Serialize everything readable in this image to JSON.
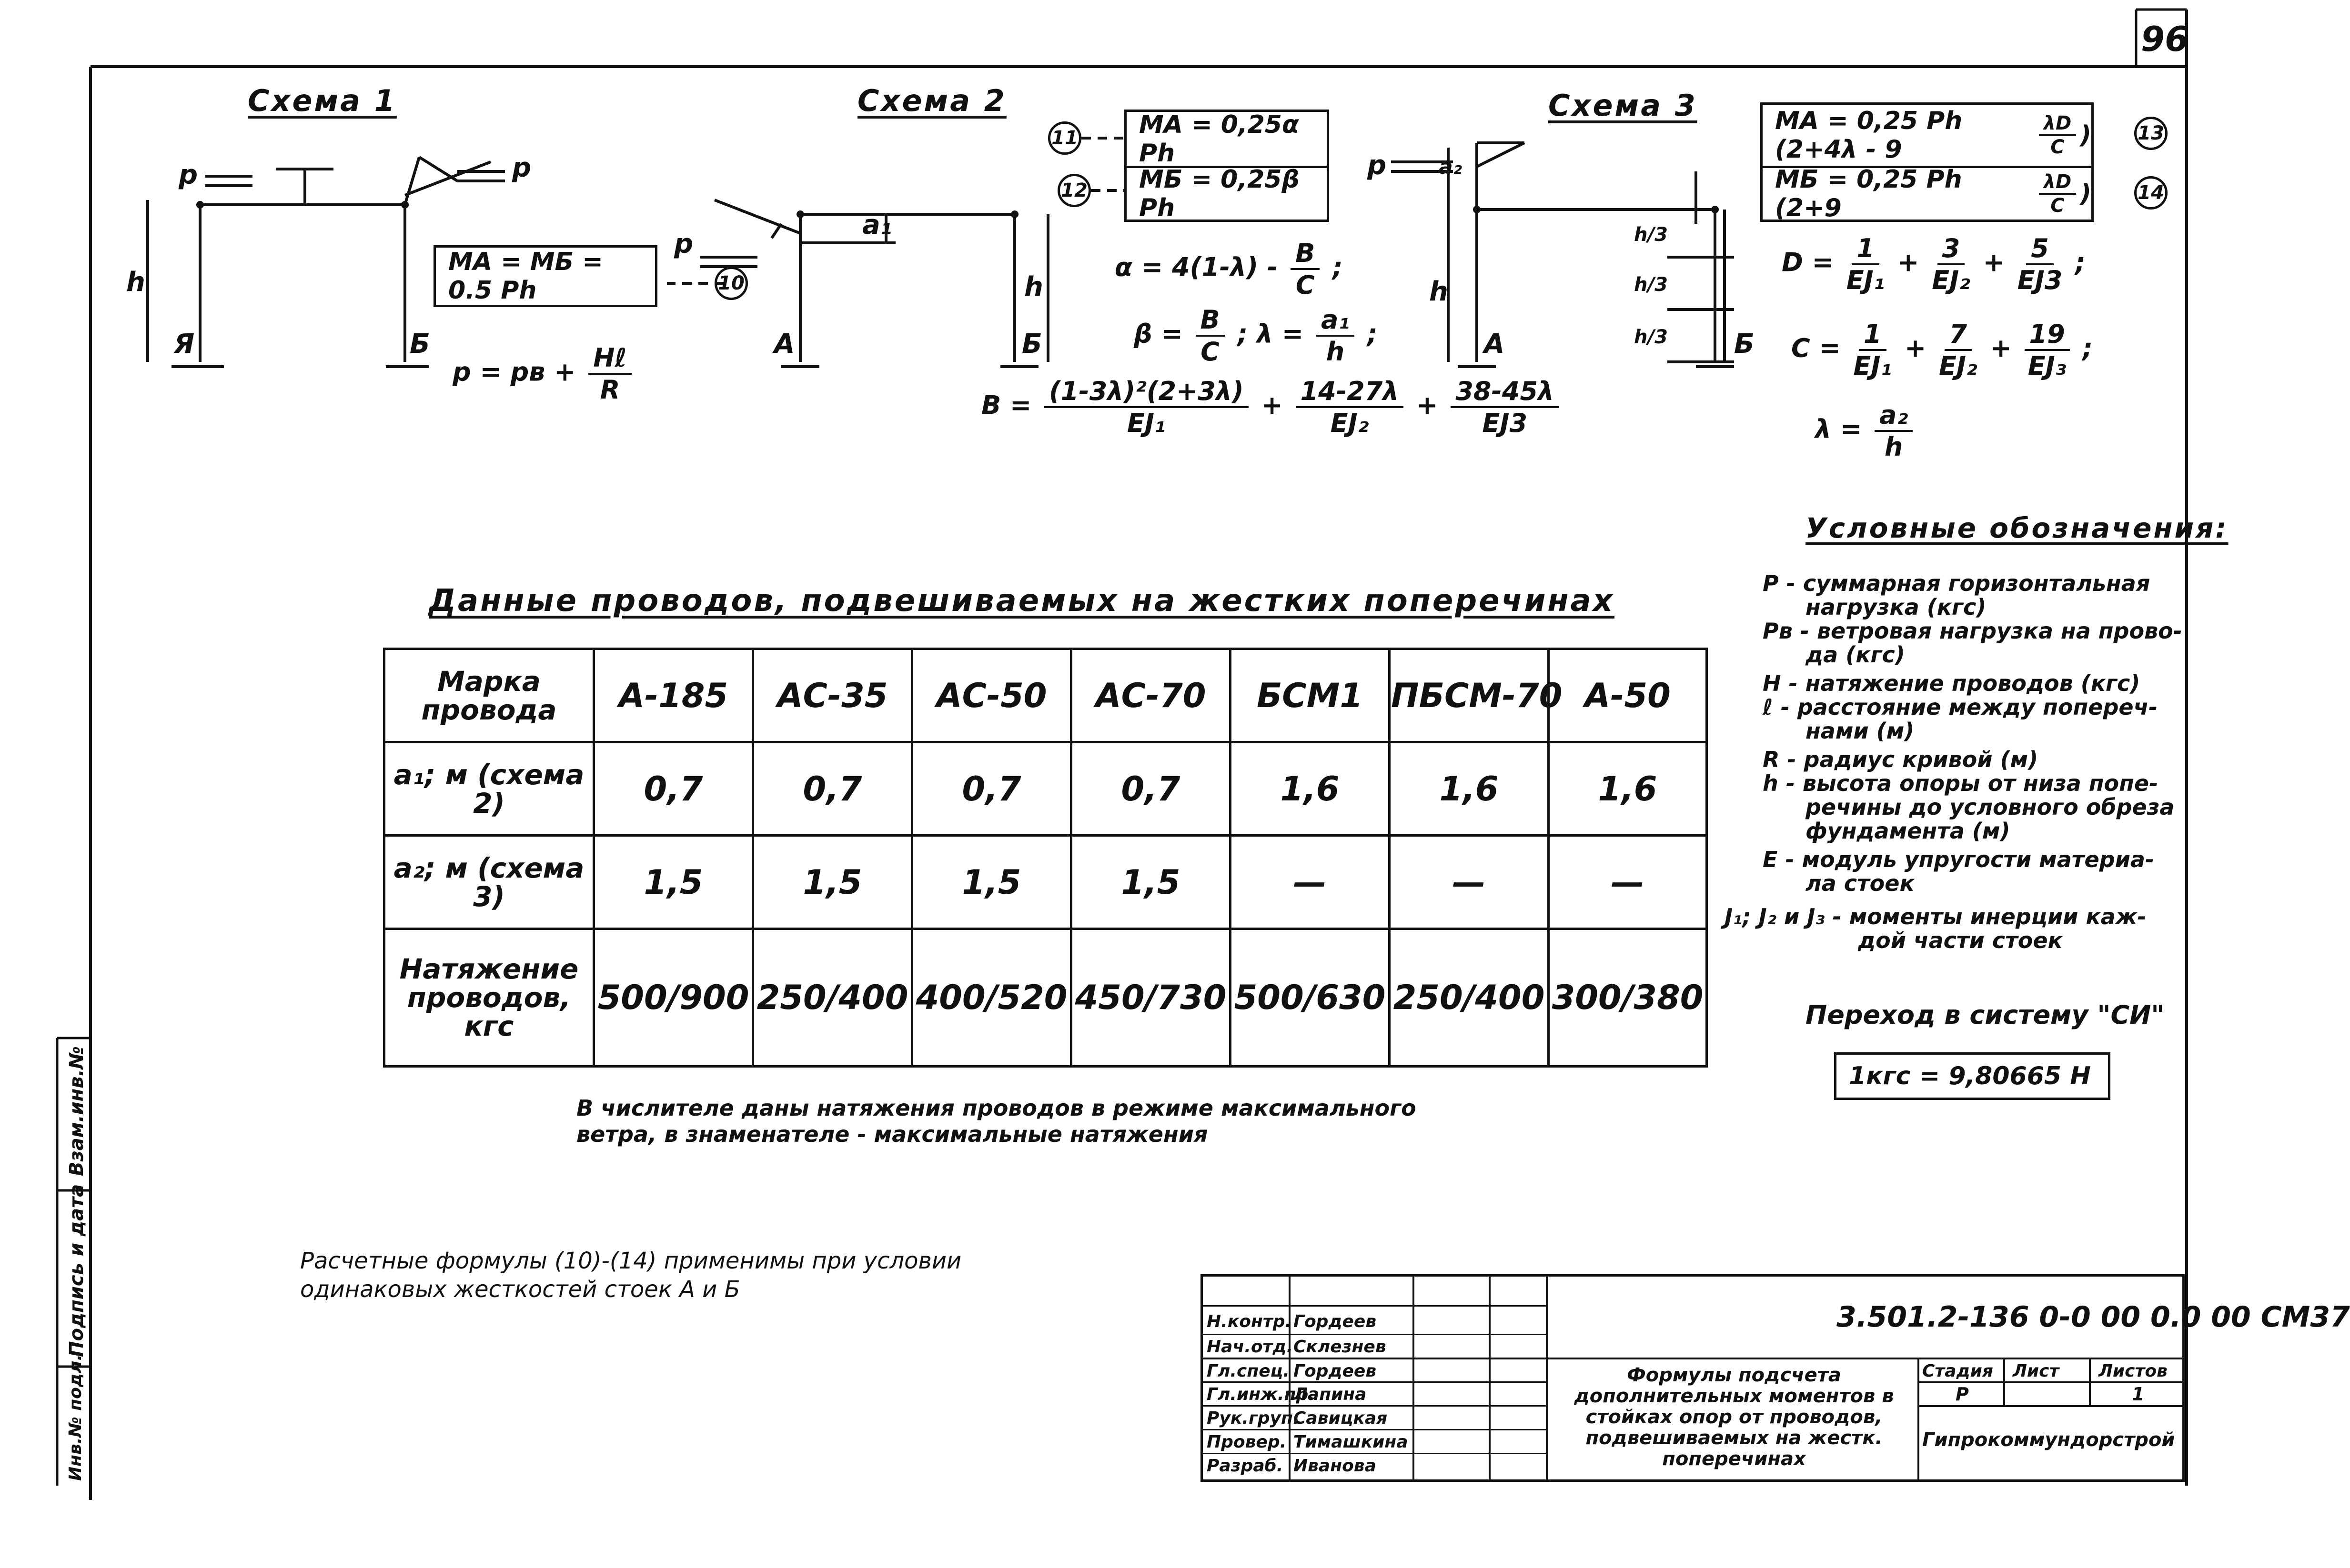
{
  "sheet_number": "96",
  "schemes": {
    "scheme1": {
      "title": "Схема 1",
      "load_label": "p",
      "height_label": "h",
      "left_support": "Я",
      "right_support": "Б"
    },
    "scheme2": {
      "title": "Схема 2",
      "load_label": "p",
      "height_label": "h",
      "a1_label": "a₁",
      "left_support": "А",
      "right_support": "Б"
    },
    "scheme3": {
      "title": "Схема 3",
      "load_label": "p",
      "height_label": "h",
      "a2_label": "a₂",
      "left_support": "А",
      "right_support": "Б",
      "segment_labels": [
        "h/3",
        "h/3",
        "h/3"
      ]
    }
  },
  "formulas": {
    "f10": {
      "text": "MА = MБ = 0.5 Ph",
      "marker": "10"
    },
    "p_eq": {
      "lhs": "p = pв +",
      "num": "Hℓ",
      "den": "R"
    },
    "f11": {
      "text": "MА = 0,25α Ph",
      "marker": "11"
    },
    "f12": {
      "text": "MБ = 0,25β Ph",
      "marker": "12"
    },
    "alpha": {
      "lhs": "α = 4(1-λ) -",
      "num": "B",
      "den": "C",
      "tail": ";"
    },
    "beta": {
      "lhs": "β =",
      "num": "B",
      "den": "C",
      "mid": "; λ =",
      "num2": "a₁",
      "den2": "h",
      "tail": ";"
    },
    "B_eq": {
      "lhs": "B =",
      "t1_num": "(1-3λ)²(2+3λ)",
      "t1_den": "EJ₁",
      "t2_num": "14-27λ",
      "t2_den": "EJ₂",
      "t3_num": "38-45λ",
      "t3_den": "EJ3"
    },
    "f13": {
      "lhs": "MА = 0,25 Ph (2+4λ - 9",
      "num": "λD",
      "den": "C",
      "tail": ")",
      "marker": "13"
    },
    "f14": {
      "lhs": "MБ = 0,25 Ph (2+9",
      "num": "λD",
      "den": "C",
      "tail": ")",
      "marker": "14"
    },
    "D_eq": {
      "lhs": "D =",
      "t1_num": "1",
      "t1_den": "EJ₁",
      "t2_num": "3",
      "t2_den": "EJ₂",
      "t3_num": "5",
      "t3_den": "EJ3",
      "tail": ";"
    },
    "C_eq": {
      "lhs": "C =",
      "t1_num": "1",
      "t1_den": "EJ₁",
      "t2_num": "7",
      "t2_den": "EJ₂",
      "t3_num": "19",
      "t3_den": "EJ₃",
      "tail": ";"
    },
    "lambda": {
      "lhs": "λ =",
      "num": "a₂",
      "den": "h"
    }
  },
  "table": {
    "title": "Данные проводов, подвешиваемых на жестких поперечинах",
    "headers": [
      "Марка провода",
      "А-185",
      "АС-35",
      "АС-50",
      "АС-70",
      "БСМ1",
      "ПБСМ-70",
      "А-50"
    ],
    "rows": [
      {
        "label": "a₁; м (схема 2)",
        "values": [
          "0,7",
          "0,7",
          "0,7",
          "0,7",
          "1,6",
          "1,6",
          "1,6"
        ]
      },
      {
        "label": "a₂; м (схема 3)",
        "values": [
          "1,5",
          "1,5",
          "1,5",
          "1,5",
          "—",
          "—",
          "—"
        ]
      },
      {
        "label": "Натяжение проводов, кгс",
        "values": [
          "500/900",
          "250/400",
          "400/520",
          "450/730",
          "500/630",
          "250/400",
          "300/380"
        ]
      }
    ],
    "note_line1": "В числителе даны натяжения проводов в режиме максимального",
    "note_line2": "ветра, в знаменателе - максимальные натяжения"
  },
  "legend": {
    "title": "Условные обозначения:",
    "lines": [
      "P - суммарная горизонтальная",
      "нагрузка (кгс)",
      "Pв - ветровая нагрузка на прово-",
      "да (кгс)",
      "H - натяжение проводов (кгс)",
      "ℓ - расстояние между попереч-",
      "нами (м)",
      "R - радиус кривой (м)",
      "h - высота опоры от низа попе-",
      "речины до условного обреза",
      "фундамента (м)",
      "E - модуль упругости материа-",
      "ла стоек",
      "J₁; J₂ и J₃ - моменты инерции каж-",
      "дой части стоек"
    ],
    "si_text": "Переход в систему \"СИ\"",
    "si_box": "1кгс = 9,80665 Н"
  },
  "applicability_note": {
    "line1": "Расчетные формулы (10)-(14) применимы при условии",
    "line2": "одинаковых жесткостей стоек А и Б"
  },
  "side_stamp": {
    "cells": [
      "Взам.инв.№",
      "Подпись и дата",
      "Инв.№ подл."
    ]
  },
  "title_block": {
    "doc_code": "3.501.2-136 0-0 00 0.0 00 СМ37",
    "roles": [
      {
        "role": "Н.контр.",
        "name": "Гордеев"
      },
      {
        "role": "Нач.отд.",
        "name": "Склезнев"
      },
      {
        "role": "Гл.спец.",
        "name": "Гордеев"
      },
      {
        "role": "Гл.инж.пр.",
        "name": "Лапина"
      },
      {
        "role": "Рук.груп.",
        "name": "Савицкая"
      },
      {
        "role": "Провер.",
        "name": "Тимашкина"
      },
      {
        "role": "Разраб.",
        "name": "Иванова"
      }
    ],
    "description": [
      "Формулы подсчета",
      "дополнительных моментов в",
      "стойках опор от проводов,",
      "подвешиваемых на жестк.",
      "поперечинах"
    ],
    "stage_header": "Стадия",
    "sheet_header": "Лист",
    "sheets_header": "Листов",
    "stage_value": "Р",
    "sheet_value": "",
    "sheets_value": "1",
    "org": "Гипрокоммундорстрой"
  }
}
